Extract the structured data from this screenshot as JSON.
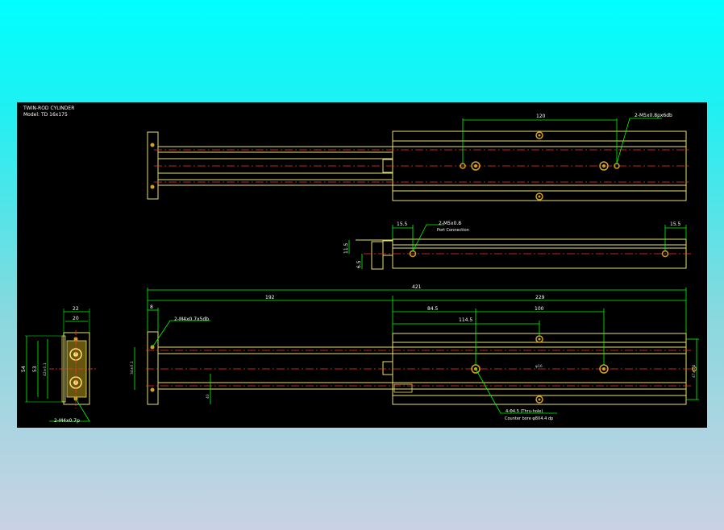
{
  "drawing": {
    "title": "TWIN-ROD CYLINDER",
    "model": "Model: TD 16x175"
  },
  "colors": {
    "body": "#e8e070",
    "dimension": "#00ff00",
    "centerline": "#ff3030",
    "hole": "#d4a020",
    "background": "#000000"
  },
  "top_view": {
    "dim_120": "120",
    "note_m5": "2-M5x0.8px6db"
  },
  "mid_view": {
    "dim_15_5_left": "15.5",
    "dim_15_5_right": "15.5",
    "note_port": "2-M5x0.8",
    "note_port_sub": "Port Connection",
    "dim_11_5": "11.5",
    "dim_6_5": "6.5"
  },
  "front_view": {
    "dim_421": "421",
    "dim_192": "192",
    "dim_229": "229",
    "dim_8": "8",
    "dim_84_5": "84.5",
    "dim_100": "100",
    "dim_114_5": "114.5",
    "note_m4": "2-M4x0.7x5db",
    "dim_left_v": "34±0.1",
    "dim_right_v": "47±0.1",
    "dim_40": "40",
    "dim_mid_small": "φ16",
    "note_holes": "4-Φ4.5 (Thru-hole)",
    "note_holes_sub": "Counter bore φ8X4.4 dp"
  },
  "side_view": {
    "dim_22": "22",
    "dim_20": "20",
    "dim_54": "54",
    "dim_53": "53",
    "dim_42": "42±0.1",
    "note_m4": "2-M4x0.7p"
  }
}
